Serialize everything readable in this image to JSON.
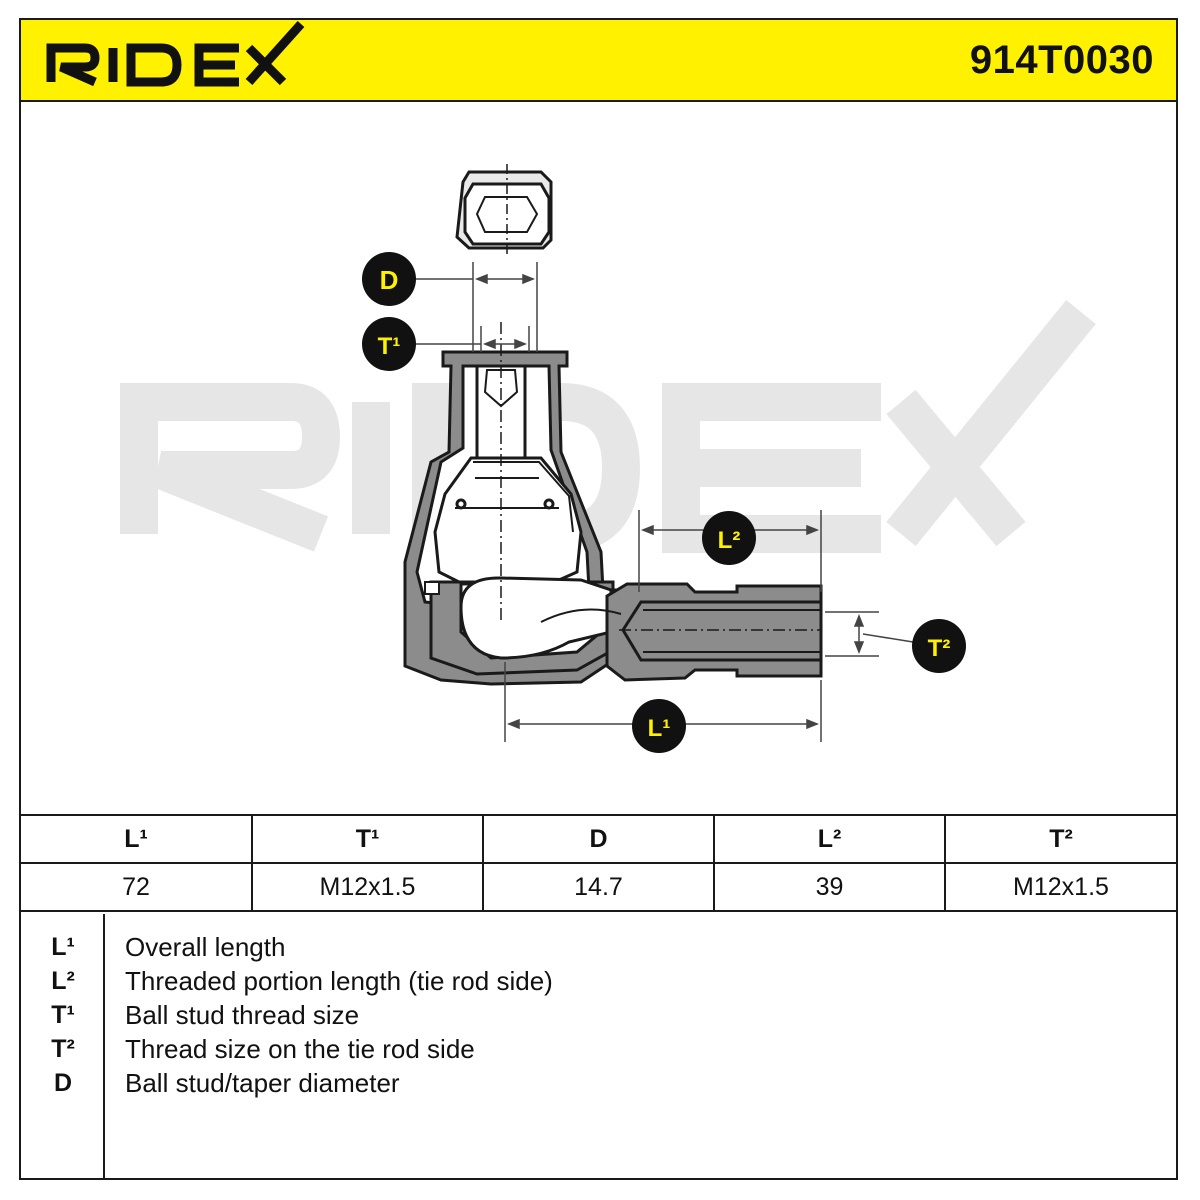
{
  "brand": {
    "logo_text": "RIDEX",
    "watermark_text": "RIDEX"
  },
  "header": {
    "part_number": "914T0030"
  },
  "diagram": {
    "callouts": [
      {
        "id": "D",
        "label": "D"
      },
      {
        "id": "T1",
        "label": "T¹"
      },
      {
        "id": "L2",
        "label": "L²"
      },
      {
        "id": "T2",
        "label": "T²"
      },
      {
        "id": "L1",
        "label": "L¹"
      }
    ]
  },
  "spec_table": {
    "headers": [
      "L¹",
      "T¹",
      "D",
      "L²",
      "T²"
    ],
    "values": [
      "72",
      "M12x1.5",
      "14.7",
      "39",
      "M12x1.5"
    ]
  },
  "legend": [
    {
      "key": "L¹",
      "desc": "Overall length"
    },
    {
      "key": "L²",
      "desc": "Threaded portion length (tie rod side)"
    },
    {
      "key": "T¹",
      "desc": "Ball stud thread size"
    },
    {
      "key": "T²",
      "desc": "Thread size on the tie rod side"
    },
    {
      "key": "D",
      "desc": "Ball stud/taper diameter"
    }
  ],
  "colors": {
    "accent": "#fff100",
    "ink": "#1a1a1a",
    "housing": "#8c8c8c",
    "watermark": "#e6e6e6"
  }
}
